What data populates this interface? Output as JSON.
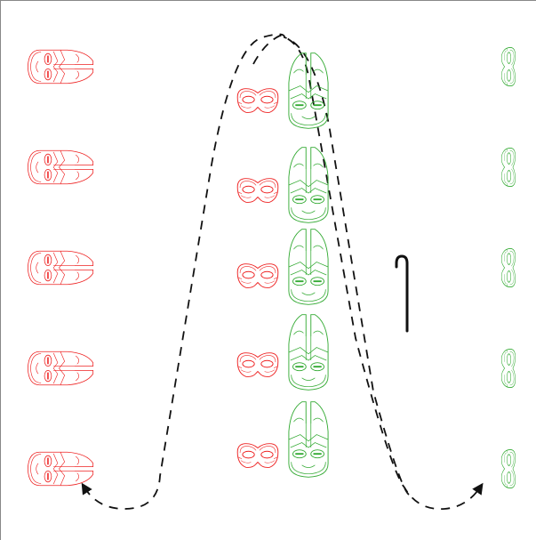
{
  "colors": {
    "team_left": "#ee2222",
    "team_right": "#33aa33",
    "path": "#111111",
    "cane": "#111111",
    "background": "#ffffff",
    "frame": "#888888"
  },
  "pieces": {
    "left_large_masks": {
      "count": 5,
      "icon": "tall-mask-icon",
      "orientation": "pointing-right",
      "color_key": "team_left"
    },
    "center_small_masks": {
      "count": 5,
      "icon": "domino-mask-icon",
      "color_key": "team_left"
    },
    "center_tall_masks": {
      "count": 5,
      "icon": "tall-mask-icon",
      "orientation": "pointing-up",
      "color_key": "team_right"
    },
    "right_small_masks": {
      "count": 5,
      "icon": "domino-mask-icon",
      "orientation": "vertical",
      "color_key": "team_right"
    }
  },
  "extras": {
    "cane": {
      "icon": "cane-icon"
    },
    "paths": [
      {
        "name": "left-dashed-path",
        "arrow": "arrow-left-end"
      },
      {
        "name": "right-dashed-path",
        "arrow": "arrow-right-end"
      }
    ]
  }
}
